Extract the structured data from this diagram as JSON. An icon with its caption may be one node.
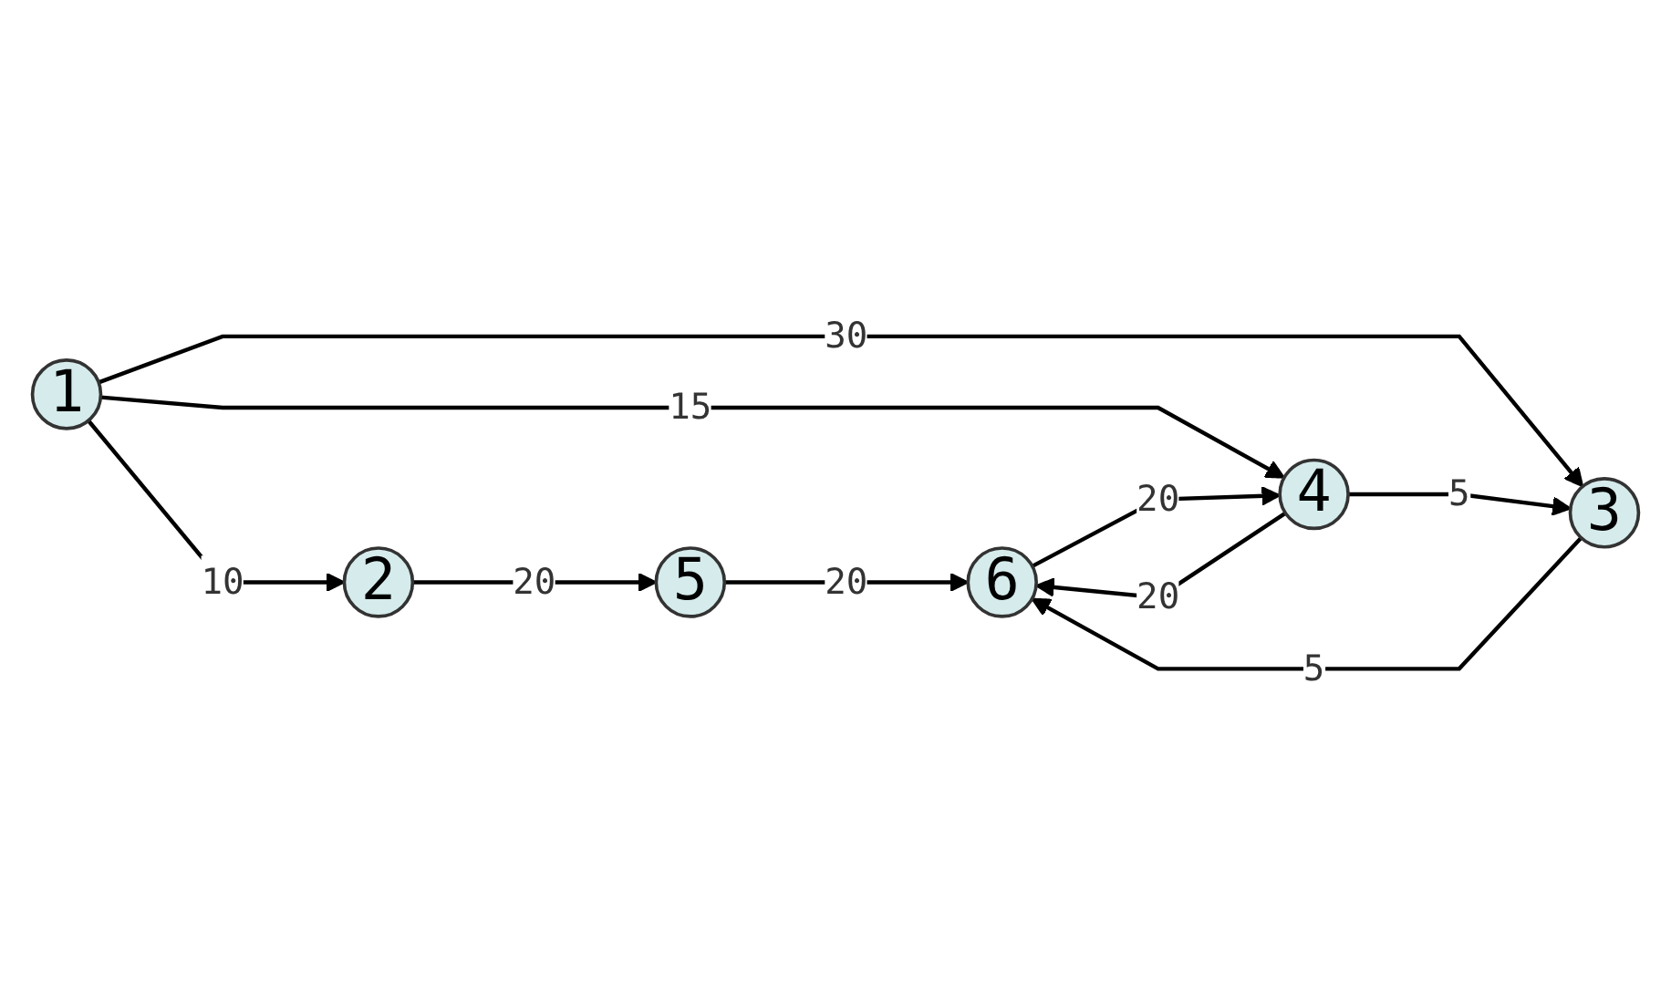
{
  "diagram": {
    "nodes": [
      {
        "text": [
          "1"
        ]
      },
      {
        "text": [
          "2"
        ]
      },
      {
        "text": [
          "3"
        ]
      },
      {
        "text": [
          "4"
        ]
      },
      {
        "text": [
          "5"
        ]
      },
      {
        "text": [
          "6"
        ]
      }
    ],
    "edges": [
      {
        "from": 0,
        "to": 1,
        "arrow": "to",
        "label": "10"
      },
      {
        "from": 0,
        "to": 2,
        "arrow": "to",
        "label": "30"
      },
      {
        "from": 0,
        "to": 3,
        "arrow": "to",
        "label": "15"
      },
      {
        "from": 1,
        "to": 4,
        "arrow": "to",
        "label": "20"
      },
      {
        "from": 4,
        "to": 5,
        "arrow": "to",
        "label": "20"
      },
      {
        "from": 2,
        "to": 5,
        "arrow": "to",
        "label": "5"
      },
      {
        "from": 3,
        "to": 2,
        "arrow": "to",
        "label": "5"
      },
      {
        "from": 3,
        "to": 5,
        "arrow": "to",
        "label": "20"
      },
      {
        "from": 5,
        "to": 3,
        "arrow": "to",
        "label": "20"
      }
    ]
  }
}
